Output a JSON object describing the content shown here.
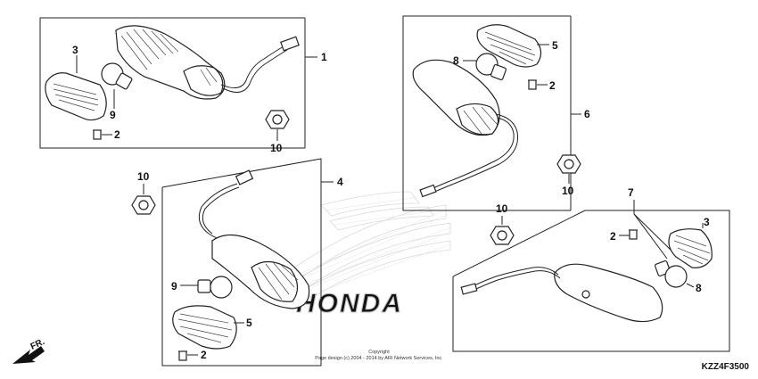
{
  "callouts": {
    "c1": "1",
    "c2a": "2",
    "c2b": "2",
    "c2c": "2",
    "c2d": "2",
    "c3a": "3",
    "c3b": "3",
    "c4": "4",
    "c5a": "5",
    "c5b": "5",
    "c6": "6",
    "c7": "7",
    "c8a": "8",
    "c8b": "8",
    "c9a": "9",
    "c9b": "9",
    "c10a": "10",
    "c10b": "10",
    "c10c": "10",
    "c10d": "10"
  },
  "front_arrow_label": "FR.",
  "copyright": {
    "line1": "Copyright",
    "line2": "Page design (c) 2004 - 2014 by ARI Network Services, Inc."
  },
  "diagram_code": "KZZ4F3500",
  "watermark_text": "HONDA",
  "colors": {
    "line": "#222222",
    "watermark": "#c8c8c8"
  }
}
